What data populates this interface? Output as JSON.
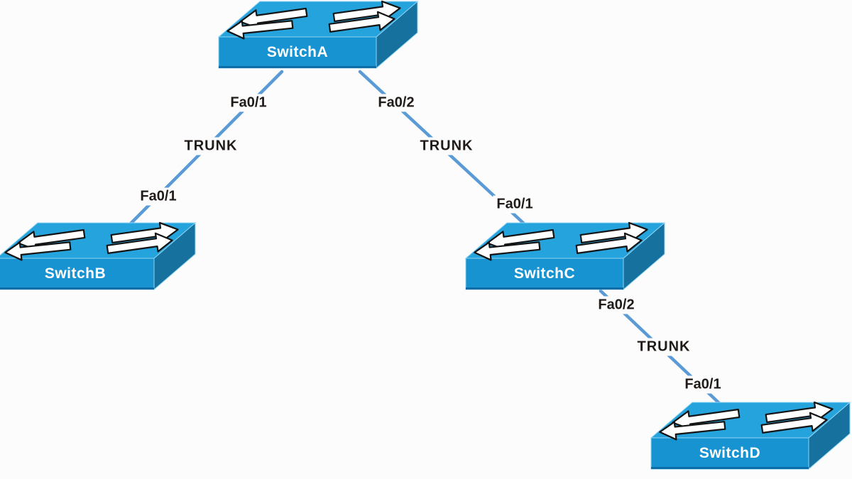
{
  "diagram": {
    "type": "network-topology",
    "switches": [
      {
        "name": "SwitchA"
      },
      {
        "name": "SwitchB"
      },
      {
        "name": "SwitchC"
      },
      {
        "name": "SwitchD"
      }
    ],
    "links": [
      {
        "from": "SwitchA",
        "from_interface": "Fa0/1",
        "to": "SwitchB",
        "to_interface": "Fa0/1",
        "label": "TRUNK"
      },
      {
        "from": "SwitchA",
        "from_interface": "Fa0/2",
        "to": "SwitchC",
        "to_interface": "Fa0/1",
        "label": "TRUNK"
      },
      {
        "from": "SwitchC",
        "from_interface": "Fa0/2",
        "to": "SwitchD",
        "to_interface": "Fa0/1",
        "label": "TRUNK"
      }
    ],
    "colors": {
      "background": "#fcfcfc",
      "link_line": "#5B9BD5",
      "label_text": "#201b18",
      "switch_top": "#25A3DC",
      "switch_front": "#1793D1",
      "switch_side": "#16719F",
      "switch_label_text": "#ffffff",
      "arrow_fill": "#ffffff",
      "arrow_outline": "#141414"
    }
  }
}
